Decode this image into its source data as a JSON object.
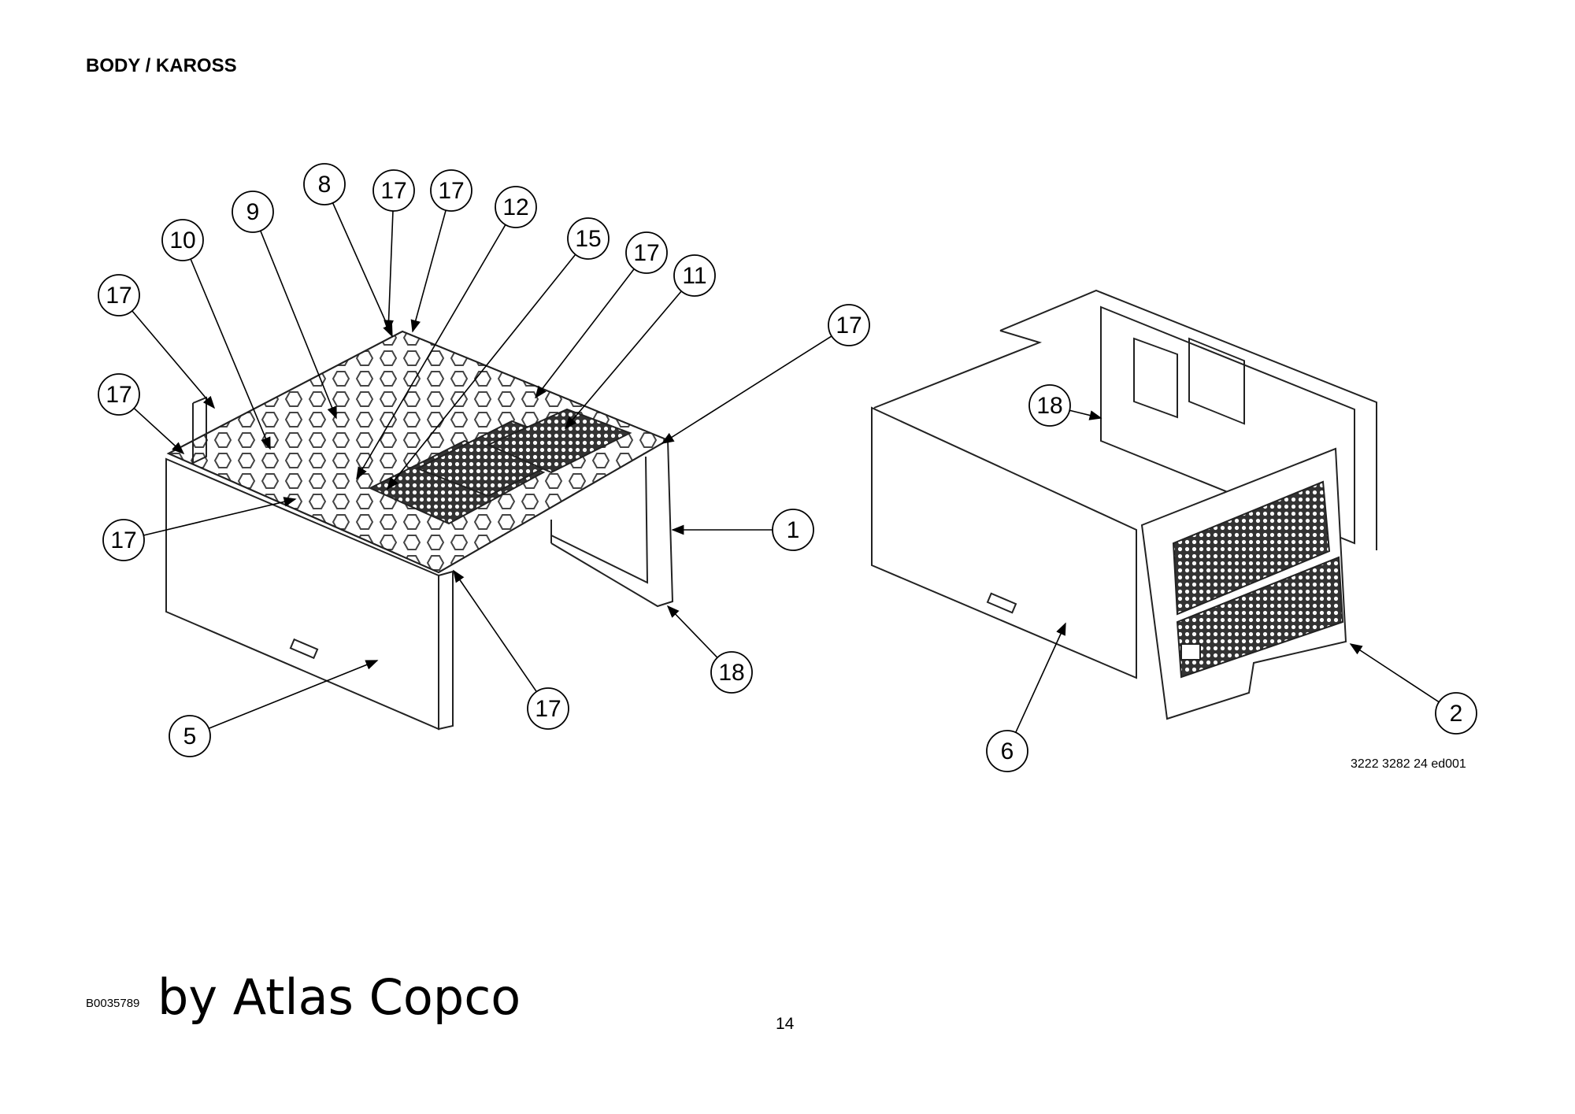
{
  "header": {
    "title": "BODY / KAROSS"
  },
  "drawing_number": "3222 3282 24 ed001",
  "footer": {
    "doc_id": "B0035789",
    "brand": "by Atlas Copco",
    "page_number": "14"
  },
  "callouts": [
    "8",
    "17",
    "17",
    "12",
    "9",
    "10",
    "15",
    "17",
    "11",
    "17",
    "17",
    "17",
    "17",
    "1",
    "18",
    "17",
    "5",
    "18",
    "6",
    "2"
  ]
}
